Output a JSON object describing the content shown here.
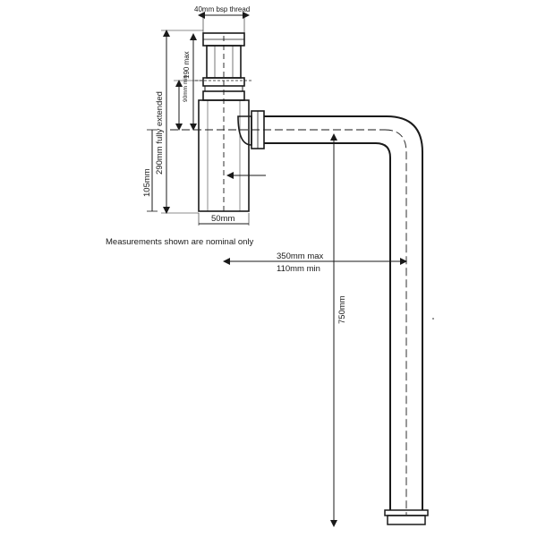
{
  "diagram": {
    "labels": {
      "thread": "40mm bsp thread",
      "max190": "190 max",
      "min90": "90mm min",
      "fully_extended": "290mm fully extended",
      "height105": "105mm",
      "width50": "50mm",
      "note": "Measurements shown are nominal only",
      "max350": "350mm  max",
      "min110": "110mm min",
      "height750": "750mm"
    },
    "colors": {
      "line": "#1a1a1a",
      "background": "#ffffff"
    }
  }
}
